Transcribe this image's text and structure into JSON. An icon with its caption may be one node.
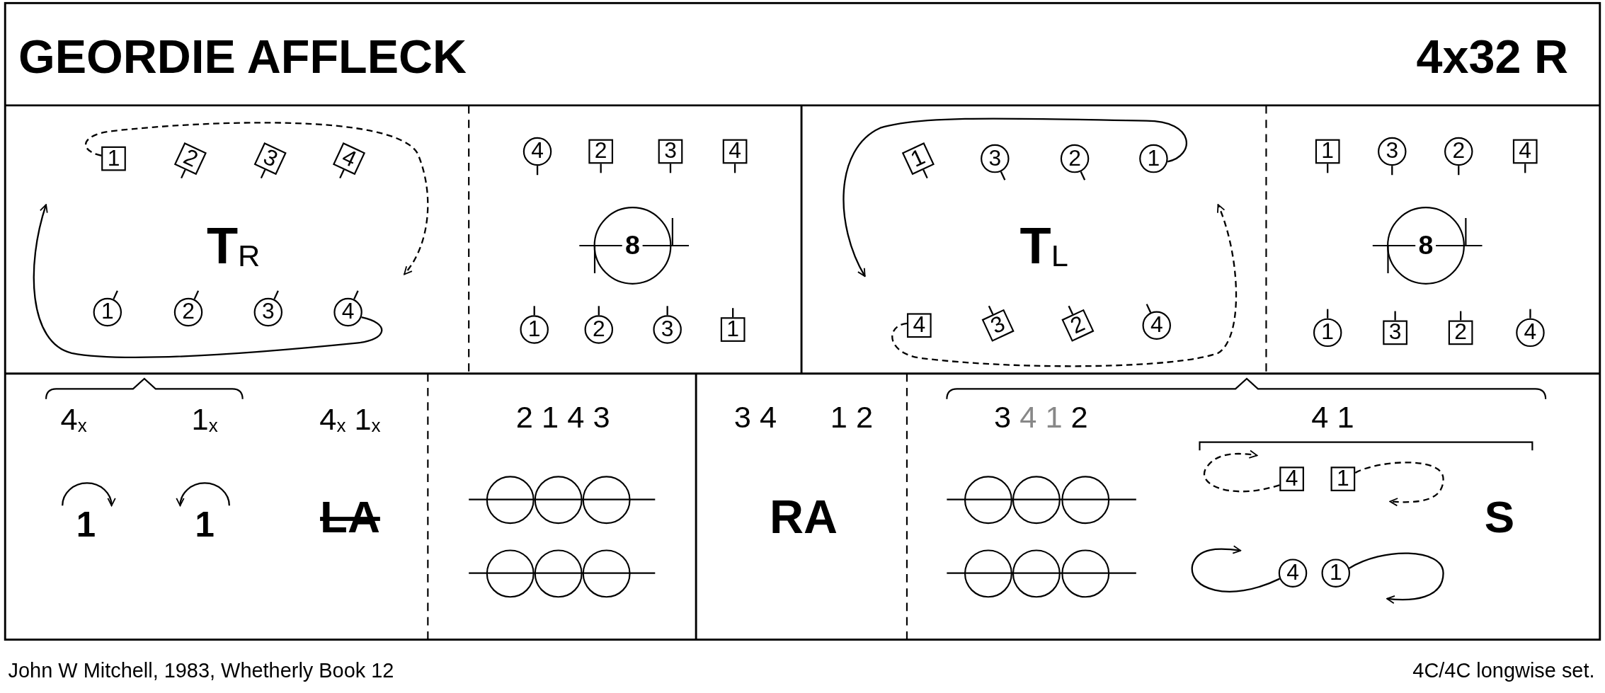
{
  "diagram": {
    "title": "GEORDIE AFFLECK",
    "nodes": [
      {
        "text": [
          "1"
        ]
      },
      {
        "text": [
          "2"
        ]
      },
      {
        "text": [
          "3"
        ]
      },
      {
        "text": [
          "4"
        ]
      },
      {
        "text": [
          "1"
        ]
      },
      {
        "text": [
          "2"
        ]
      },
      {
        "text": [
          "3"
        ]
      },
      {
        "text": [
          "4"
        ]
      },
      {
        "text": [
          "4"
        ]
      },
      {
        "text": [
          "2"
        ]
      },
      {
        "text": [
          "3"
        ]
      },
      {
        "text": [
          "4"
        ]
      },
      {
        "text": [
          "8"
        ]
      },
      {
        "text": [
          "1"
        ]
      },
      {
        "text": [
          "2"
        ]
      },
      {
        "text": [
          "3"
        ]
      },
      {
        "text": [
          "1"
        ]
      },
      {
        "text": [
          "1"
        ]
      },
      {
        "text": [
          "3"
        ]
      },
      {
        "text": [
          "2"
        ]
      },
      {
        "text": [
          "1"
        ]
      },
      {
        "text": [
          "4"
        ]
      },
      {
        "text": [
          "3"
        ]
      },
      {
        "text": [
          "2"
        ]
      },
      {
        "text": [
          "4"
        ]
      },
      {
        "text": [
          "1"
        ]
      },
      {
        "text": [
          "3"
        ]
      },
      {
        "text": [
          "2"
        ]
      },
      {
        "text": [
          "4"
        ]
      },
      {
        "text": [
          "8"
        ]
      },
      {
        "text": [
          "1"
        ]
      },
      {
        "text": [
          "3"
        ]
      },
      {
        "text": [
          "2"
        ]
      },
      {
        "text": [
          "4"
        ]
      },
      {
        "text": [],
        "shape": "circle"
      },
      {
        "text": [],
        "shape": "circle"
      },
      {
        "text": [],
        "shape": "circle"
      },
      {
        "text": [],
        "shape": "circle"
      },
      {
        "text": [],
        "shape": "circle"
      },
      {
        "text": [],
        "shape": "circle"
      },
      {
        "text": [],
        "shape": "circle"
      },
      {
        "text": [],
        "shape": "circle"
      },
      {
        "text": [],
        "shape": "circle"
      },
      {
        "text": [],
        "shape": "circle"
      },
      {
        "text": [],
        "shape": "circle"
      },
      {
        "text": [],
        "shape": "circle"
      },
      {
        "text": [
          "4"
        ]
      },
      {
        "text": [
          "1"
        ]
      },
      {
        "text": [
          "4"
        ]
      },
      {
        "text": [
          "1"
        ]
      }
    ],
    "edges": [
      {
        "from": 0,
        "to": null,
        "arrow": "to",
        "style": "dashed"
      },
      {
        "from": 7,
        "to": null,
        "arrow": "to"
      },
      {
        "from": 20,
        "to": null,
        "arrow": "to"
      },
      {
        "from": 21,
        "to": null,
        "arrow": "to",
        "style": "dashed"
      },
      {
        "from": 46,
        "to": null,
        "arrow": "to",
        "style": "dashed"
      },
      {
        "from": 47,
        "to": null,
        "arrow": "to",
        "style": "dashed"
      },
      {
        "from": 48,
        "to": null,
        "arrow": "to"
      },
      {
        "from": 49,
        "to": null,
        "arrow": "to"
      }
    ],
    "labels": [
      "4x32 R",
      "**T**$_{R}$",
      "**T**$_{L}$",
      "4$_{x}$",
      "1$_{x}$",
      "4$_{x}$ 1$_{x}$",
      "1",
      "1",
      "LA",
      "2 1 4 3",
      "3 4",
      "1 2",
      "RA",
      "3 4 1 2",
      "4 1",
      "S",
      "John W Mitchell, 1983, Whetherly Book 12",
      "4C/4C longwise set."
    ]
  }
}
